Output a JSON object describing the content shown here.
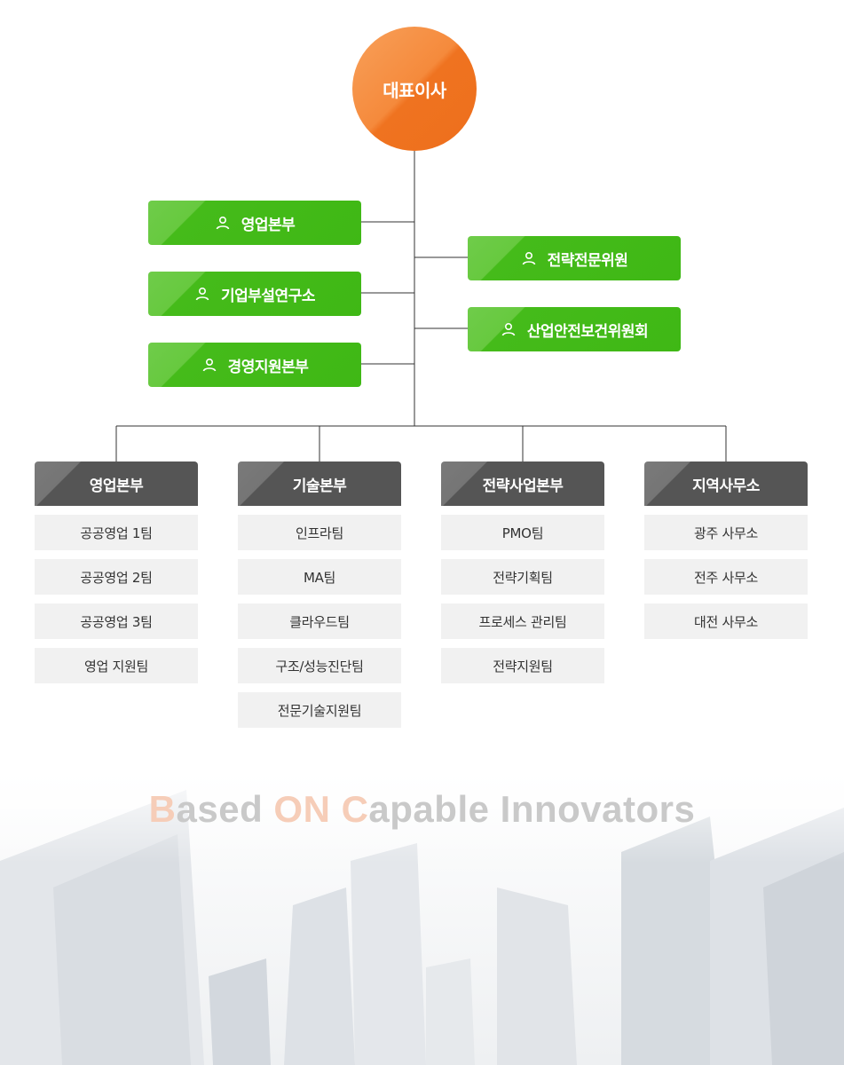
{
  "ceo": {
    "label": "대표이사"
  },
  "left_units": [
    {
      "label": "영업본부"
    },
    {
      "label": "기업부설연구소"
    },
    {
      "label": "경영지원본부"
    }
  ],
  "right_units": [
    {
      "label": "전략전문위원"
    },
    {
      "label": "산업안전보건위원회"
    }
  ],
  "departments": [
    {
      "name": "영업본부",
      "teams": [
        "공공영업 1팀",
        "공공영업 2팀",
        "공공영업 3팀",
        "영업 지원팀"
      ]
    },
    {
      "name": "기술본부",
      "teams": [
        "인프라팀",
        "MA팀",
        "클라우드팀",
        "구조/성능진단팀",
        "전문기술지원팀"
      ]
    },
    {
      "name": "전략사업본부",
      "teams": [
        "PMO팀",
        "전략기획팀",
        "프로세스 관리팀",
        "전략지원팀"
      ]
    },
    {
      "name": "지역사무소",
      "teams": [
        "광주 사무소",
        "전주 사무소",
        "대전 사무소"
      ]
    }
  ],
  "tagline": {
    "b": "B",
    "rest1": "ased ",
    "on": "ON",
    "space": " ",
    "c": "C",
    "rest2": "apable Innovators"
  },
  "colors": {
    "ceo": "#f07a2a",
    "unit_green": "#3fb815",
    "dept_header": "#555555",
    "team_bg": "#f1f1f1",
    "highlight": "#f6cdb8"
  }
}
